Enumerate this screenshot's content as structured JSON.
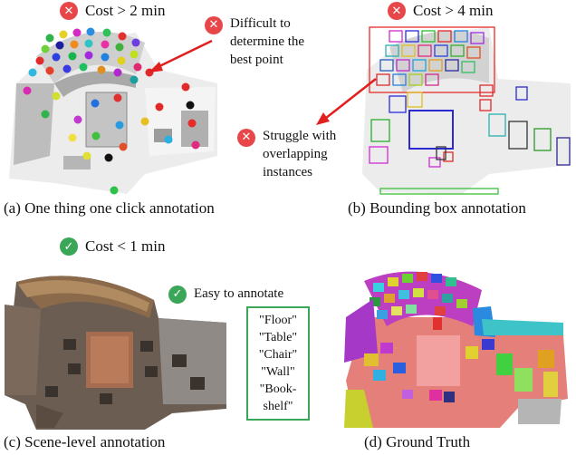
{
  "panels": {
    "a": {
      "cost": "Cost > 2 min",
      "caption": "(a)  One thing one click annotation",
      "note": [
        "Difficult to",
        "determine the",
        "best point"
      ]
    },
    "b": {
      "cost": "Cost > 4 min",
      "caption": "(b)  Bounding box annotation",
      "note": [
        "Struggle with",
        "overlapping",
        "instances"
      ]
    },
    "c": {
      "cost": "Cost < 1 min",
      "caption": "(c)  Scene-level annotation",
      "note": "Easy to annotate",
      "labels": [
        "\"Floor\"",
        "\"Table\"",
        "\"Chair\"",
        "\"Wall\"",
        "\"Book-",
        "shelf\""
      ]
    },
    "d": {
      "caption": "(d)  Ground Truth"
    }
  },
  "colors": {
    "bad": "#e8474a",
    "good": "#3aa657",
    "arrow": "#e21f1f"
  },
  "icons": {
    "bad": "x-circle-icon",
    "good": "check-circle-icon"
  }
}
